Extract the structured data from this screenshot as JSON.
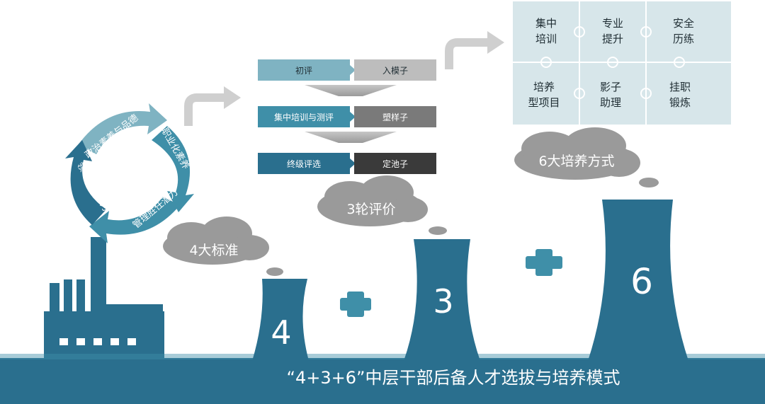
{
  "title": "“4+3+6”中层干部后备人才选拔与培养模式",
  "four_standards": {
    "cloud_label": "4大标准",
    "tower_number": "4",
    "cycle": [
      "政治素养与品德",
      "职业化素养",
      "管理胜任潜力",
      "领导胜任潜力"
    ]
  },
  "three_evaluations": {
    "cloud_label": "3轮评价",
    "tower_number": "3",
    "rounds": [
      {
        "stage": "初评",
        "result": "入模子"
      },
      {
        "stage": "集中培训与测评",
        "result": "塑样子"
      },
      {
        "stage": "终级评选",
        "result": "定池子"
      }
    ]
  },
  "six_methods": {
    "cloud_label": "6大培养方式",
    "tower_number": "6",
    "tiles": [
      [
        "集中",
        "培训"
      ],
      [
        "专业",
        "提升"
      ],
      [
        "安全",
        "历练"
      ],
      [
        "培养",
        "型项目"
      ],
      [
        "影子",
        "助理"
      ],
      [
        "挂职",
        "锻炼"
      ]
    ]
  },
  "plus_signs": [
    "+",
    "+"
  ],
  "colors": {
    "teal_dark": "#2a6f8e",
    "teal_mid": "#3f8fa8",
    "teal_light": "#7fb3c2",
    "bar_grey": "#bdbdbd",
    "bar_dark": "#3a3a3a",
    "cloud_grey": "#9a9a9a",
    "arrow_grey": "#cfcfcf",
    "tile_bg": "#d7e6ea"
  },
  "icons": [
    "factory-icon",
    "cooling-tower-icon",
    "cycle-arrow-icon",
    "plus-icon",
    "cloud-icon",
    "bent-arrow-icon"
  ]
}
